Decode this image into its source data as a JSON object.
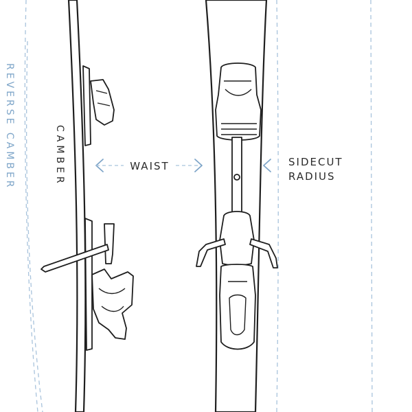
{
  "labels": {
    "reverse_camber": "REVERSE CAMBER",
    "camber": "CAMBER",
    "waist": "WAIST",
    "sidecut_line1": "SIDECUT",
    "sidecut_line2": "RADIUS"
  },
  "colors": {
    "line": "#1e1e1e",
    "guide_blue": "#a8c3dc",
    "arrow_blue": "#7fa6c9",
    "text_dark": "#2b2b2b",
    "background": "#ffffff"
  },
  "icons": {
    "waist_left": "arrow-left-icon",
    "waist_right": "arrow-right-icon",
    "sidecut": "arrow-left-icon"
  }
}
